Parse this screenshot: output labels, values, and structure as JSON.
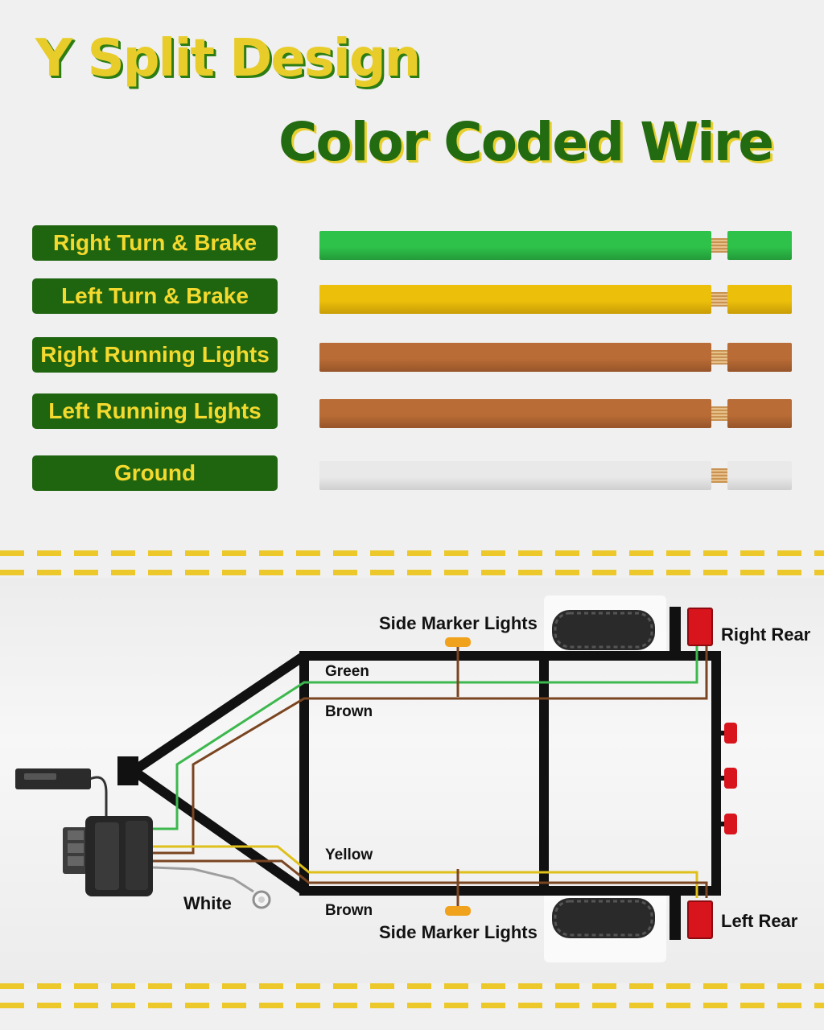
{
  "header": {
    "title_line1": "Y Split Design",
    "title_line2": "Color Coded Wire"
  },
  "wires": [
    {
      "label": "Right Turn & Brake",
      "color": "#2fc24a",
      "color_dark": "#239a39"
    },
    {
      "label": "Left Turn & Brake",
      "color": "#ecbf0b",
      "color_dark": "#c99d06"
    },
    {
      "label": "Right Running Lights",
      "color": "#b96c35",
      "color_dark": "#97552a"
    },
    {
      "label": "Left Running Lights",
      "color": "#b96c35",
      "color_dark": "#97552a"
    },
    {
      "label": "Ground",
      "color": "#e9e9e9",
      "color_dark": "#cfcfcf"
    }
  ],
  "diagram": {
    "side_marker_top": "Side Marker Lights",
    "side_marker_bottom": "Side Marker Lights",
    "right_rear": "Right Rear",
    "left_rear": "Left Rear",
    "wire_green": "Green",
    "wire_brown_top": "Brown",
    "wire_yellow": "Yellow",
    "wire_brown_bottom": "Brown",
    "wire_white": "White"
  },
  "colors": {
    "label_bg": "#1f650f",
    "label_text": "#f4d92e",
    "dash": "#ecc82a",
    "frame": "#111111",
    "lamp_red": "#d8141c",
    "lamp_amber": "#f0a21c"
  }
}
